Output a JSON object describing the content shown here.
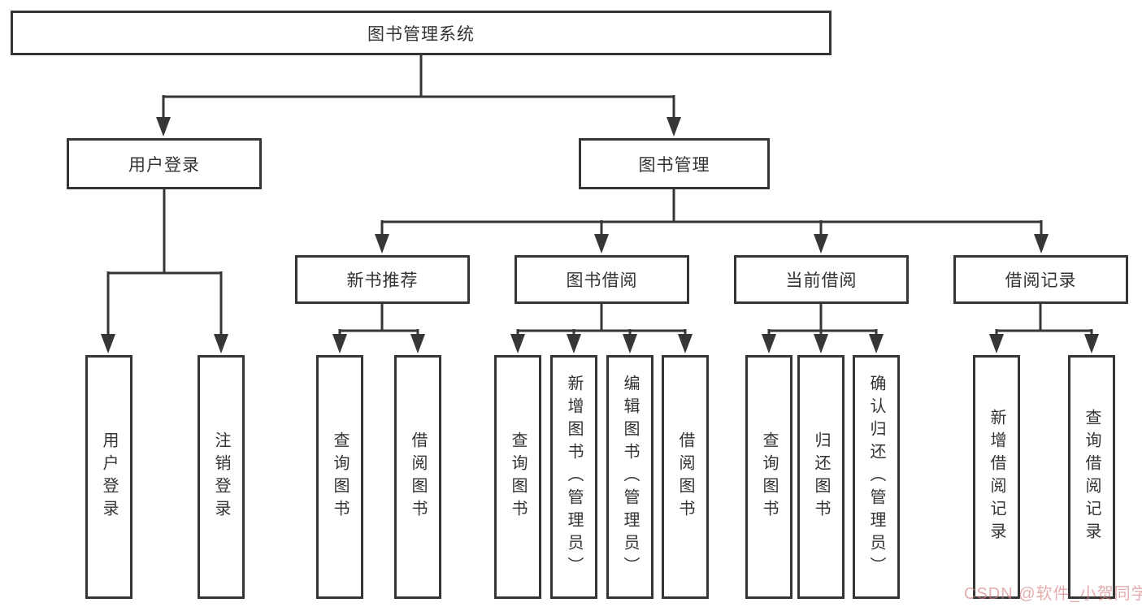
{
  "diagram": {
    "root": {
      "label": "图书管理系统"
    },
    "level2": [
      {
        "label": "用户登录"
      },
      {
        "label": "图书管理"
      }
    ],
    "level3": [
      {
        "label": "新书推荐"
      },
      {
        "label": "图书借阅"
      },
      {
        "label": "当前借阅"
      },
      {
        "label": "借阅记录"
      }
    ],
    "leaves": [
      {
        "label": "用户登录"
      },
      {
        "label": "注销登录"
      },
      {
        "label": "查询图书"
      },
      {
        "label": "借阅图书"
      },
      {
        "label": "查询图书"
      },
      {
        "label": "新增图书（管理员）"
      },
      {
        "label": "编辑图书（管理员）"
      },
      {
        "label": "借阅图书"
      },
      {
        "label": "查询图书"
      },
      {
        "label": "归还图书"
      },
      {
        "label": "确认归还（管理员）"
      },
      {
        "label": "新增借阅记录"
      },
      {
        "label": "查询借阅记录"
      }
    ]
  },
  "watermark": {
    "text": "CSDN @软件_小贺同学"
  },
  "colors": {
    "line": "#363636",
    "box_border": "#363636",
    "text": "#333333",
    "background": "#ffffff",
    "watermark": "#d68080"
  }
}
